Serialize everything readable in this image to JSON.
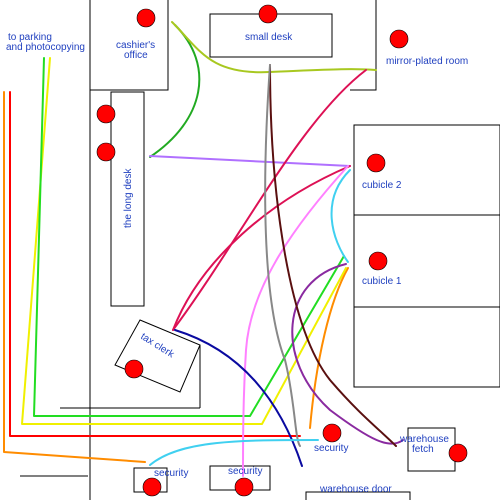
{
  "labels": {
    "parking_line1": "to parking",
    "parking_line2": "and photocopying",
    "cashiers_line1": "cashier's",
    "cashiers_line2": "office",
    "small_desk": "small desk",
    "mirror_room": "mirror-plated room",
    "long_desk": "the long desk",
    "cubicle_2": "cubicle 2",
    "cubicle_1": "cubicle 1",
    "tax_clerk": "tax clerk",
    "security_right": "security",
    "security_left": "security",
    "security_center": "security",
    "warehouse_fetch_line1": "warehouse",
    "warehouse_fetch_line2": "fetch",
    "warehouse_door": "warehouse door"
  },
  "colors": {
    "walls": "#000000",
    "person_dot": "#ff0000",
    "label_text": "#1f3fbf",
    "path_red": "#ff0000",
    "path_orange": "#ff8c00",
    "path_yellow": "#f0f000",
    "path_green": "#22dd22",
    "path_darkgreen": "#22aa22",
    "path_olive": "#a8c820",
    "path_purple": "#b070ff",
    "path_crimson": "#dd1155",
    "path_pink": "#ff80ff",
    "path_navy": "#0a0aa0",
    "path_darkbrown": "#5a1010",
    "path_violet": "#8a2aa0",
    "path_cyan": "#40d0f0",
    "path_gray": "#888888"
  }
}
